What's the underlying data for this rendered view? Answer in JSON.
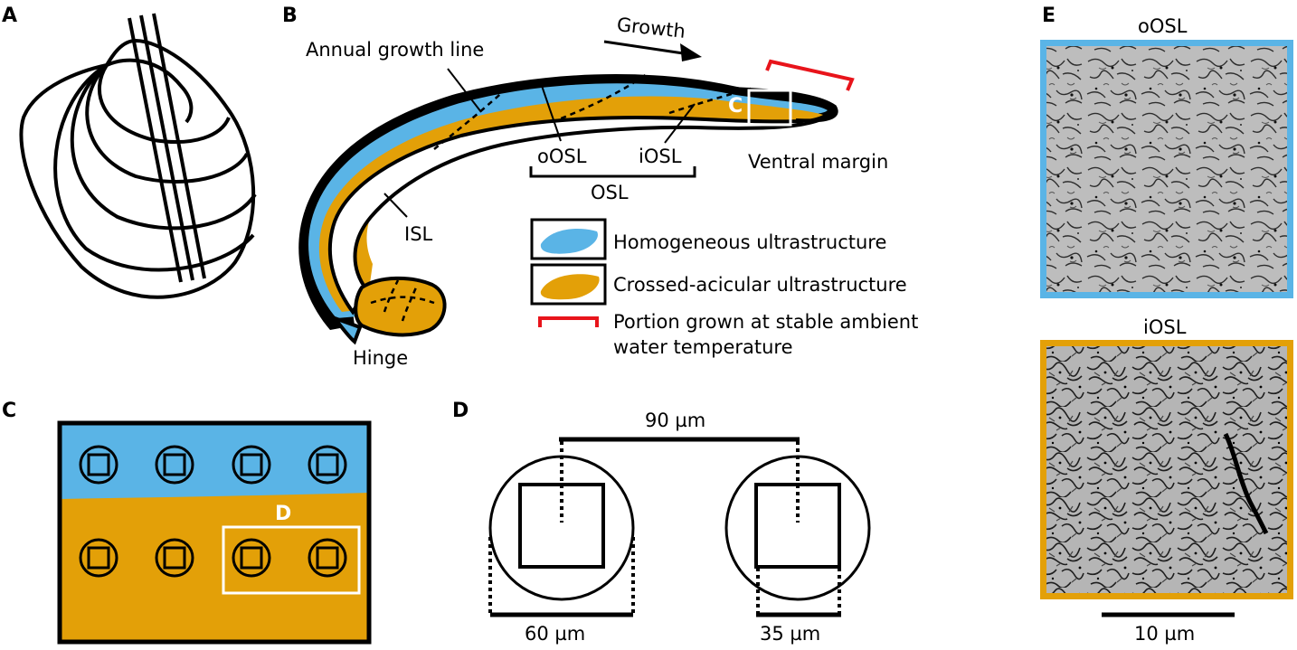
{
  "panels": {
    "a": "A",
    "b": "B",
    "c": "C",
    "d": "D",
    "e": "E"
  },
  "panel_b": {
    "growth": "Growth",
    "annual_growth_line": "Annual growth line",
    "box_label": "C",
    "ventral_margin": "Ventral margin",
    "oosl": "oOSL",
    "iosl": "iOSL",
    "osl": "OSL",
    "isl": "ISL",
    "hinge": "Hinge"
  },
  "legend": {
    "homogeneous": "Homogeneous ultrastructure",
    "crossed": "Crossed-acicular ultrastructure",
    "portion_line1": "Portion grown at stable ambient",
    "portion_line2": "water temperature"
  },
  "panel_c": {
    "box_label": "D"
  },
  "panel_d": {
    "spacing": "90 µm",
    "circle_diameter": "60 µm",
    "square_side": "35 µm"
  },
  "panel_e": {
    "top_title": "oOSL",
    "bottom_title": "iOSL",
    "scale_bar": "10 µm"
  },
  "colors": {
    "homogeneous": "#5AB4E6",
    "crossed": "#E3A008",
    "stable_bracket": "#E8141B",
    "outline": "#000000"
  }
}
